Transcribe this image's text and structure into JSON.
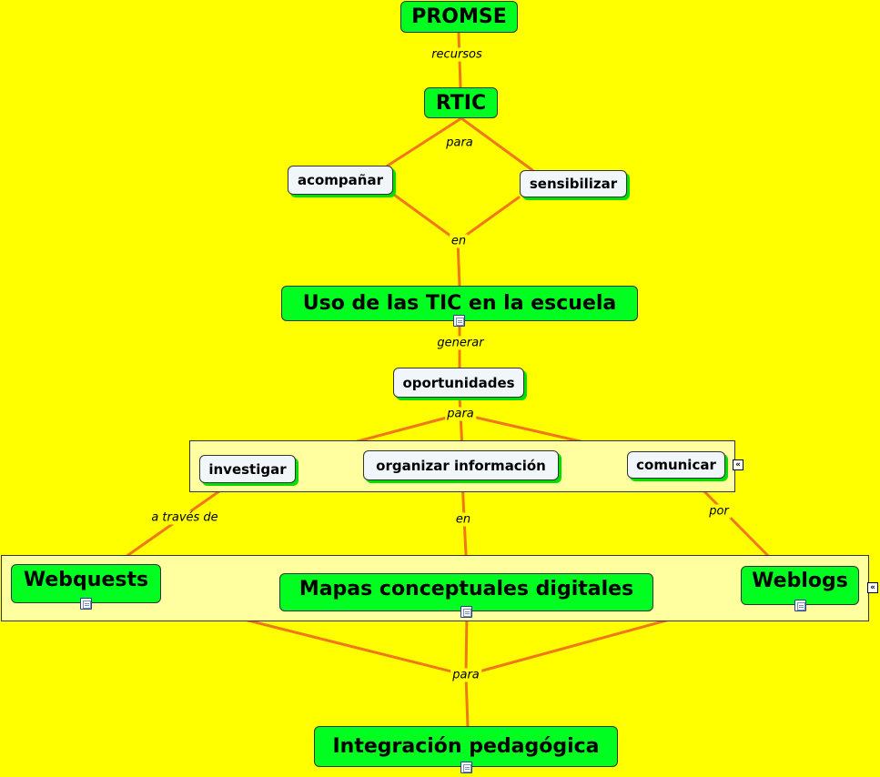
{
  "concepts": {
    "promse": "PROMSE",
    "rtic": "RTIC",
    "acompanar": "acompañar",
    "sensibilizar": "sensibilizar",
    "uso_tic": "Uso de las TIC en la escuela",
    "oportunidades": "oportunidades",
    "investigar": "investigar",
    "organizar": "organizar información",
    "comunicar": "comunicar",
    "webquests": "Webquests",
    "mapas": "Mapas conceptuales digitales",
    "weblogs": "Weblogs",
    "integracion": "Integración pedagógica"
  },
  "links": {
    "recursos": "recursos",
    "para1": "para",
    "en1": "en",
    "generar": "generar",
    "para2": "para",
    "a_traves_de": "a través de",
    "en2": "en",
    "por": "por",
    "para3": "para"
  },
  "colors": {
    "background": "#ffff00",
    "main_node": "#00ff20",
    "secondary_node": "#f0f6fa",
    "connector": "#f07818",
    "group": "#ffffa0"
  },
  "icons": {
    "resource": "document-icon",
    "collapse": "collapse-icon"
  }
}
